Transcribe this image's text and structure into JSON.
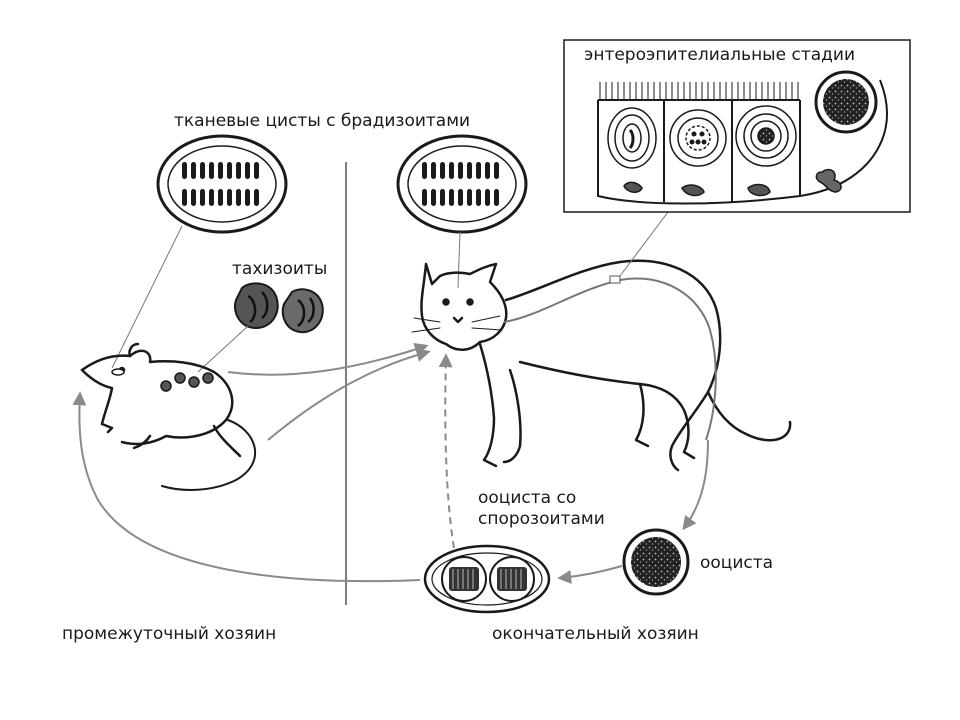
{
  "labels": {
    "tissue_cysts": "тканевые цисты с брадизоитами",
    "tachyzoites": "тахизоиты",
    "entero_stages": "энтероэпителиальные стадии",
    "oocyst_sporozoites": "ооциста со\nспорозоитами",
    "oocyst": "ооциста",
    "intermediate_host": "промежуточный хозяин",
    "definitive_host": "окончательный хозяин"
  },
  "colors": {
    "line": "#1a1a1a",
    "arrow": "#8a8a8a",
    "parasite": "#555555"
  }
}
